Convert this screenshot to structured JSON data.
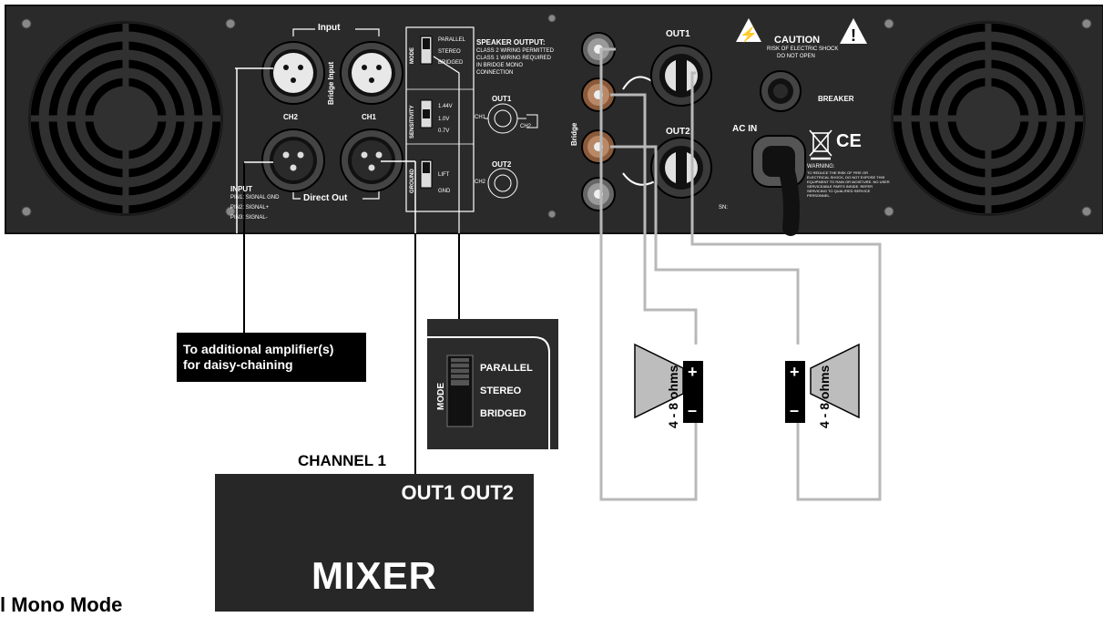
{
  "amp": {
    "input_label": "Input",
    "bridge_input_label": "Bridge Input",
    "ch2_label": "CH2",
    "ch1_label": "CH1",
    "direct_out_label": "Direct Out",
    "input_pin_title": "INPUT",
    "pin1": "PIN1: SIGNAL GND",
    "pin2": "PIN2: SIGNAL+",
    "pin3": "PIN3: SIGNAL-",
    "mode_label": "MODE",
    "mode_options": [
      "PARALLEL",
      "STEREO",
      "BRIDGED"
    ],
    "sensitivity_label": "SENSITIVITY",
    "sensitivity_options": [
      "1.44V",
      "1.0V",
      "0.7V"
    ],
    "ground_label": "GROUND",
    "ground_options": [
      "LIFT",
      "GND"
    ],
    "speaker_output_title": "SPEAKER OUTPUT:",
    "speaker_output_lines": [
      "CLASS 2 WIRING PERMITTED",
      "CLASS 1 WIRING REQUIRED",
      "IN BRIDGE MONO",
      "CONNECTION"
    ],
    "out1_diagram_label": "OUT1",
    "out2_diagram_label": "OUT2",
    "diagram_ch1": "CH1",
    "diagram_ch2": "CH2",
    "bridge_label": "Bridge",
    "out1_label": "OUT1",
    "out2_label": "OUT2",
    "caution_title": "CAUTION",
    "caution_line1": "RISK OF ELECTRIC SHOCK",
    "caution_line2": "DO NOT OPEN",
    "breaker_label": "BREAKER",
    "ac_in_label": "AC IN",
    "ce_mark": "CE",
    "warning_title": "WARNING:",
    "warning_text": "TO REDUCE THE RISK OF FIRE OR ELECTRICAL SHOCK, DO NOT EXPOSE THIS EQUIPMENT TO RAIN OR MOISTURE. NO USER SERVICEABLE PARTS INSIDE. REFER SERVICING TO QUALIFIED SERVICE PERSONNEL.",
    "sn_label": "SN:"
  },
  "callout_daisy": {
    "line1": "To additional amplifier(s)",
    "line2": "for daisy-chaining"
  },
  "mode_zoom": {
    "mode_label": "MODE",
    "options": [
      "PARALLEL",
      "STEREO",
      "BRIDGED"
    ]
  },
  "speakers": [
    {
      "impedance": "4 - 8 ohms",
      "plus": "+",
      "minus": "–"
    },
    {
      "impedance": "4 - 8 ohms",
      "plus": "+",
      "minus": "–"
    }
  ],
  "mixer": {
    "channel_label": "CHANNEL 1",
    "out_labels": "OUT1 OUT2",
    "title": "MIXER"
  },
  "caption_partial": "l Mono Mode"
}
